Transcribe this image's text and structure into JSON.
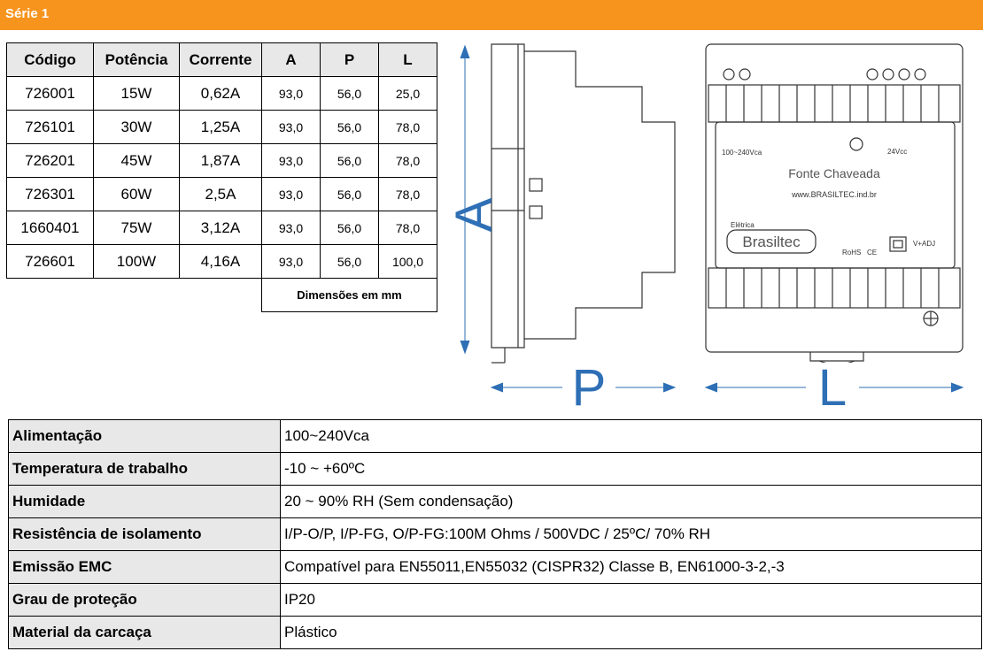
{
  "header": {
    "title": "Série 1"
  },
  "spec_table": {
    "columns": [
      "Código",
      "Potência",
      "Corrente",
      "A",
      "P",
      "L"
    ],
    "rows": [
      [
        "726001",
        "15W",
        "0,62A",
        "93,0",
        "56,0",
        "25,0"
      ],
      [
        "726101",
        "30W",
        "1,25A",
        "93,0",
        "56,0",
        "78,0"
      ],
      [
        "726201",
        "45W",
        "1,87A",
        "93,0",
        "56,0",
        "78,0"
      ],
      [
        "726301",
        "60W",
        "2,5A",
        "93,0",
        "56,0",
        "78,0"
      ],
      [
        "1660401",
        "75W",
        "3,12A",
        "93,0",
        "56,0",
        "78,0"
      ],
      [
        "726601",
        "100W",
        "4,16A",
        "93,0",
        "56,0",
        "100,0"
      ]
    ],
    "note": "Dimensões em mm"
  },
  "drawing": {
    "label_a": "A",
    "label_p": "P",
    "label_l": "L",
    "input_label": "100~240Vca",
    "output_label": "24Vcc",
    "product_name": "Fonte Chaveada",
    "website": "www.BRASILTEC.ind.br",
    "brand_small": "Elétrica",
    "brand": "Brasiltec",
    "rohs": "RoHS",
    "ce": "CE",
    "adj": "V+ADJ"
  },
  "properties": [
    {
      "label": "Alimentação",
      "value": "100~240Vca"
    },
    {
      "label": "Temperatura de trabalho",
      "value": "-10 ~ +60ºC"
    },
    {
      "label": "Humidade",
      "value": "20 ~ 90% RH (Sem condensação)"
    },
    {
      "label": "Resistência de isolamento",
      "value": "I/P-O/P, I/P-FG, O/P-FG:100M Ohms / 500VDC / 25ºC/ 70% RH"
    },
    {
      "label": "Emissão EMC",
      "value": "Compatível para EN55011,EN55032 (CISPR32) Classe B, EN61000-3-2,-3"
    },
    {
      "label": "Grau de proteção",
      "value": "IP20"
    },
    {
      "label": "Material da carcaça",
      "value": "Plástico"
    }
  ]
}
